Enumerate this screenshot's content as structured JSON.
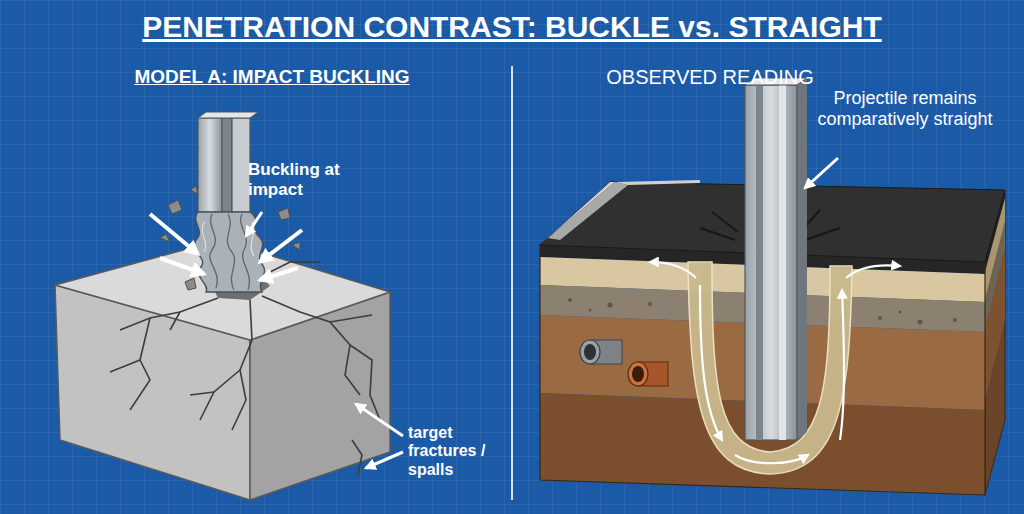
{
  "diagram": {
    "title": "PENETRATION CONTRAST: BUCKLE vs. STRAIGHT",
    "labels": [
      "MODEL A: IMPACT BUCKLING",
      "OBSERVED READING",
      "Buckling at impact",
      "target fractures / spalls",
      "Projectile remains comparatively straight"
    ]
  }
}
